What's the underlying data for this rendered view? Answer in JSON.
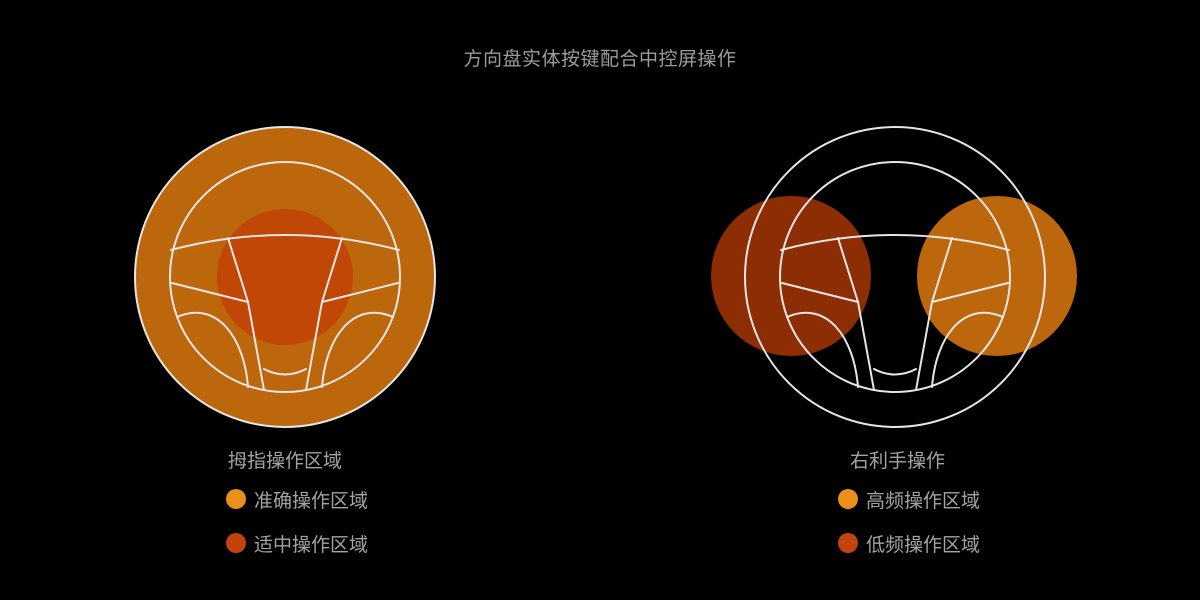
{
  "title": "方向盘实体按键配合中控屏操作",
  "colors": {
    "background": "#000000",
    "wheel_stroke": "#e6e6e6",
    "accurate_zone": "#e8901a",
    "medium_zone": "#c4430c",
    "wheel_fill_orange": "#bd670d",
    "center_zone": "#c04706",
    "low_freq_zone": "#8c2d04",
    "high_freq_zone": "#bd670d"
  },
  "left_panel": {
    "legend_title": "拇指操作区域",
    "items": [
      {
        "label": "准确操作区域",
        "color": "#e8901a"
      },
      {
        "label": "适中操作区域",
        "color": "#c4430c"
      }
    ]
  },
  "right_panel": {
    "legend_title": "右利手操作",
    "items": [
      {
        "label": "高频操作区域",
        "color": "#e8901a"
      },
      {
        "label": "低频操作区域",
        "color": "#c4430c"
      }
    ]
  }
}
